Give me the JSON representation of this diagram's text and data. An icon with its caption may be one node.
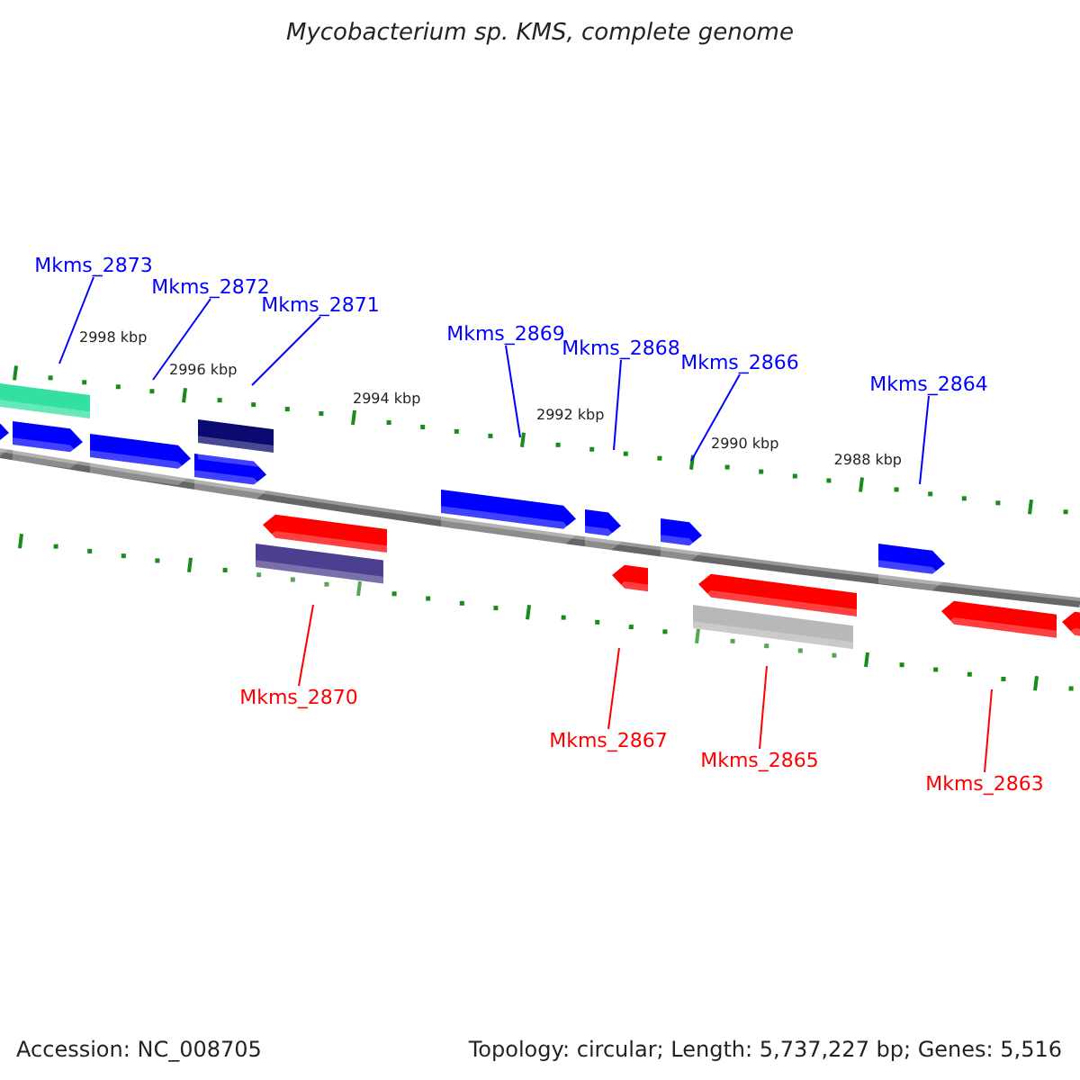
{
  "diagram": {
    "title": "Mycobacterium sp. KMS, complete genome",
    "nodes": [
      {
        "text": [
          "Mkms_2873"
        ]
      },
      {
        "text": [
          "Mkms_2872"
        ]
      },
      {
        "text": [
          "Mkms_2871"
        ]
      },
      {
        "text": [
          "Mkms_2869"
        ]
      },
      {
        "text": [
          "Mkms_2868"
        ]
      },
      {
        "text": [
          "Mkms_2866"
        ]
      },
      {
        "text": [
          "Mkms_2864"
        ]
      },
      {
        "text": [
          "Mkms_2870"
        ]
      },
      {
        "text": [
          "Mkms_2867"
        ]
      },
      {
        "text": [
          "Mkms_2865"
        ]
      },
      {
        "text": [
          "Mkms_2863"
        ]
      }
    ],
    "edges": [
      {
        "from": 0,
        "to": null,
        "arrow": "none"
      },
      {
        "from": 1,
        "to": null,
        "arrow": "none"
      },
      {
        "from": 2,
        "to": null,
        "arrow": "none"
      },
      {
        "from": 3,
        "to": null,
        "arrow": "none"
      },
      {
        "from": 4,
        "to": null,
        "arrow": "none"
      },
      {
        "from": 5,
        "to": null,
        "arrow": "none"
      },
      {
        "from": 6,
        "to": null,
        "arrow": "none"
      },
      {
        "from": 7,
        "to": null,
        "arrow": "none",
        "color": "#ff0000"
      },
      {
        "from": 8,
        "to": null,
        "arrow": "none",
        "color": "#ff0000"
      },
      {
        "from": 9,
        "to": null,
        "arrow": "none",
        "color": "#ff0000"
      },
      {
        "from": 10,
        "to": null,
        "arrow": "none",
        "color": "#ff0000"
      }
    ],
    "labels": [
      "2998 kbp",
      "2996 kbp",
      "2994 kbp",
      "2992 kbp",
      "2990 kbp",
      "2988 kbp",
      "Accession: NC_008705",
      "Topology: circular; Length: 5,737,227 bp; Genes: 5,516"
    ]
  }
}
